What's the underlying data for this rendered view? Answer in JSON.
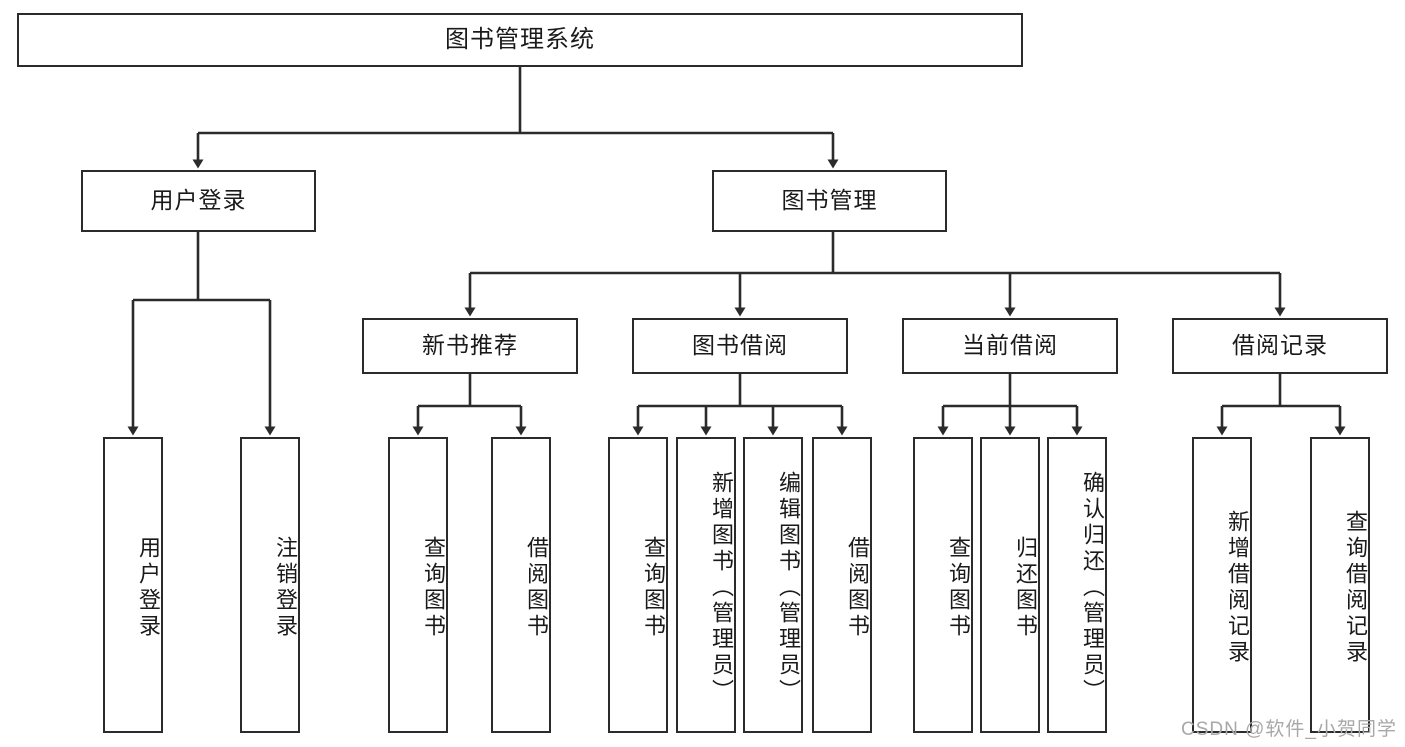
{
  "diagram": {
    "title": "图书管理系统",
    "type": "tree",
    "watermark": "CSDN @软件_小贺同学",
    "colors": {
      "border": "#2b2b2b",
      "background": "#ffffff",
      "text": "#1a1a1a",
      "watermark": "#a8a8a8"
    },
    "root": {
      "label": "图书管理系统"
    },
    "level2": [
      {
        "label": "用户登录"
      },
      {
        "label": "图书管理"
      }
    ],
    "level3": [
      {
        "label": "新书推荐"
      },
      {
        "label": "图书借阅"
      },
      {
        "label": "当前借阅"
      },
      {
        "label": "借阅记录"
      }
    ],
    "leaves": {
      "user_login": [
        {
          "label": "用户登录"
        },
        {
          "label": "注销登录"
        }
      ],
      "new_book_recommend": [
        {
          "label": "查询图书"
        },
        {
          "label": "借阅图书"
        }
      ],
      "book_borrow": [
        {
          "label": "查询图书"
        },
        {
          "label": "新增图书（管理员）"
        },
        {
          "label": "编辑图书（管理员）"
        },
        {
          "label": "借阅图书"
        }
      ],
      "current_borrow": [
        {
          "label": "查询图书"
        },
        {
          "label": "归还图书"
        },
        {
          "label": "确认归还（管理员）"
        }
      ],
      "borrow_record": [
        {
          "label": "新增借阅记录"
        },
        {
          "label": "查询借阅记录"
        }
      ]
    }
  }
}
